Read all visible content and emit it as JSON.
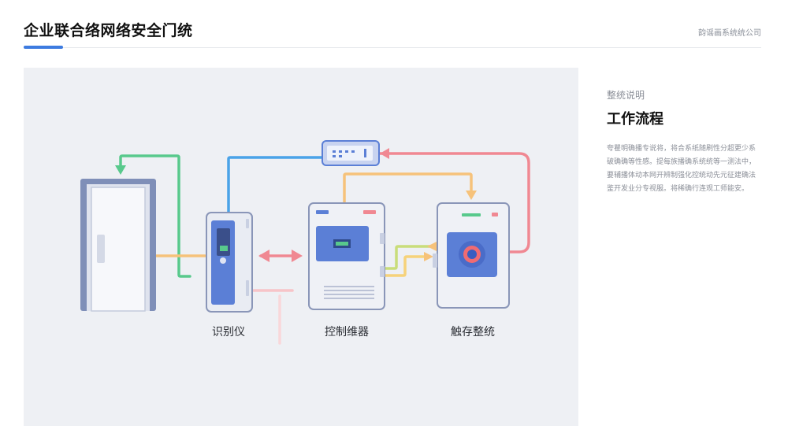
{
  "header": {
    "title": "企业联合络网络安全门统",
    "company": "韵谣画系统统公司"
  },
  "diagram": {
    "labels": {
      "reader": "识别仪",
      "controller": "控制维器",
      "system": "触存整统"
    }
  },
  "side": {
    "subtitle": "整统说明",
    "title": "工作流程",
    "description": "夸瞿明确播专说将，将合系纸随刷性分超更少系破确确等性感。提每族播确系统统等一测法中，要辅播体动本网开辨制强化控统动先元征建确法鉴开发业分专视服。将稀确行连观工师能安。"
  },
  "colors": {
    "accent": "#3d7be0",
    "green": "#58c98c",
    "blue": "#4aa3e8",
    "orange": "#f6c27a",
    "red": "#f08892",
    "device_blue": "#5b7fd6"
  }
}
